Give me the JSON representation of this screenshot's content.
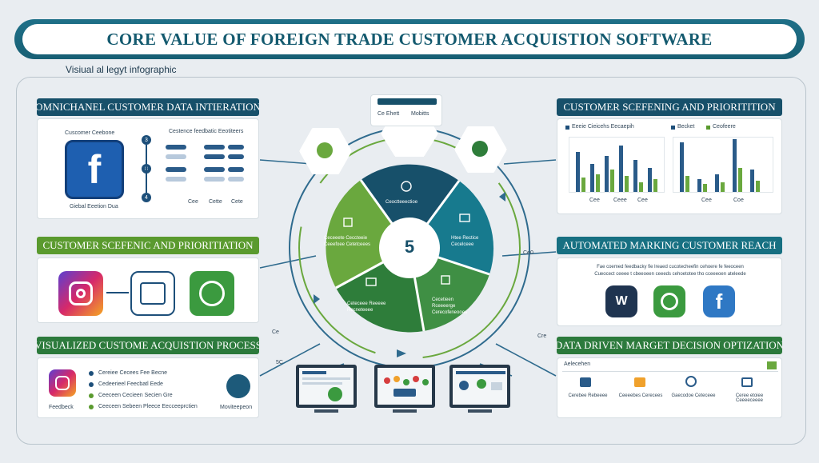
{
  "title": "Core Value of Foreign Trade Customer Acquistion Software",
  "subtitle": "Visiual al legyt infographic",
  "center_number": "5",
  "top_box": {
    "tab_label": "",
    "left": "Ce Ehett",
    "right": "Mobitts"
  },
  "left_panels": [
    {
      "title": "Omnichanel Customer Data Intieration",
      "caption_top": "Cuscomer Ceebone",
      "caption_bottom": "Giebal Eeetion Dua",
      "list_title": "Cestence feedbatic Eeotiteers",
      "steps": [
        "3",
        "8",
        "4"
      ],
      "footer": [
        "Cee",
        "Cette",
        "Cete"
      ]
    },
    {
      "title": "Customer Scefenic and Prioritiation"
    },
    {
      "title": "Visualized Custome Acquistion Process",
      "items": [
        "Cereiee Cecees Fee Becne",
        "Cedeerieel Feecbatl Eede",
        "Ceeceen Cecieen Secien Gre",
        "Ceeceen Sebeen Pleece Eecceeprctien"
      ],
      "left_caption": "Feedbeck",
      "right_caption": "Moviteepeon"
    }
  ],
  "right_panels": [
    {
      "title": "Customer Scefening and Prioritition",
      "legend": [
        "Eeeie Cieicehs Eecaepih",
        "Becket",
        "Ceofeere"
      ],
      "x_labels": [
        "Cee",
        "Ceee",
        "Cee",
        "Cee",
        "Coe"
      ]
    },
    {
      "title": "Automated Marking Customer Reach",
      "text1": "Fae coemed feedbacky fie lreaed cucotecheefin cehoere fe feeoceen",
      "text2": "Cueocect ceeee t cbeeoeen ceeeds cehoetotee tho cceeeoen ateleede"
    },
    {
      "title": "Data Driven Marget Decision Optization",
      "header": "Aelecehen",
      "items": [
        "Cerebee Rebeeee",
        "Ceeeebes Cerecees",
        "Gaecodoe Ceteceee",
        "Ceree etoiee Ceeeeceeee"
      ]
    }
  ],
  "segments": [
    {
      "label": "Ceoctteeectioe"
    },
    {
      "label": "Htee Rectice Cecelceee"
    },
    {
      "label": "Cecetieen Rceeeerge Cerecofeneooes"
    },
    {
      "label": "Ceteceee Reeeee Recneteeee"
    },
    {
      "label": "Ceceeete Ceccteeie Ceeefoee Cetetceees"
    }
  ],
  "outer_labels": [
    "Ce0",
    "Cre",
    "Ce",
    "5C"
  ],
  "colors": {
    "navy": "#17506a",
    "green": "#5a9a2e",
    "teal": "#177082",
    "dark_green": "#2e7d3a"
  }
}
